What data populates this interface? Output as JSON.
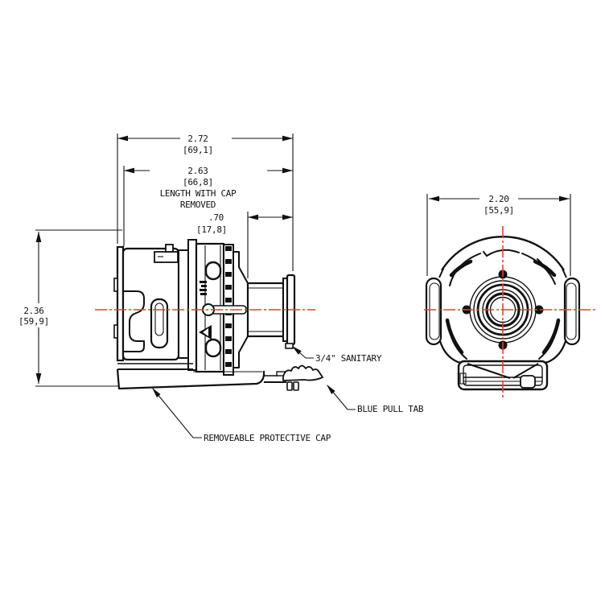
{
  "drawing_type": "engineering-dimension-drawing",
  "colors": {
    "background": "#ffffff",
    "line": "#111111",
    "centerline_red": "#e8402e"
  },
  "dimensions": {
    "overall_length": {
      "inches": "2.72",
      "mm": "[69,1]"
    },
    "length_with_cap_removed": {
      "inches": "2.63",
      "mm": "[66,8]",
      "note1": "LENGTH WITH CAP",
      "note2": "REMOVED"
    },
    "sanitary_end_length": {
      "inches": ".70",
      "mm": "[17,8]"
    },
    "overall_height": {
      "inches": "2.36",
      "mm": "[59,9]"
    },
    "end_view_width": {
      "inches": "2.20",
      "mm": "[55,9]"
    }
  },
  "callouts": {
    "sanitary": "3/4\" SANITARY",
    "pull_tab": "BLUE PULL TAB",
    "protective_cap": "REMOVEABLE PROTECTIVE CAP"
  }
}
